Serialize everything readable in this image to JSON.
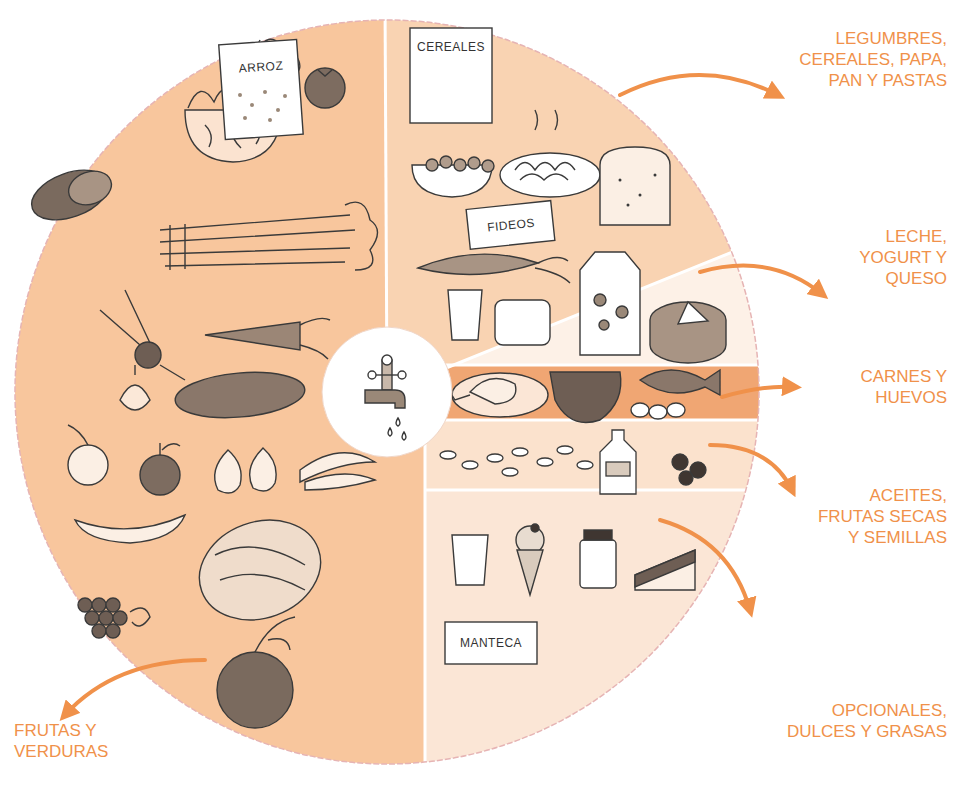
{
  "diagram": {
    "labels": [
      "ARROZ",
      "CEREALES",
      "LEGUMBRES, CEREALES, PAPA, PAN Y PASTAS",
      "FIDEOS",
      "LECHE, YOGURT Y QUESO",
      "CARNES Y HUEVOS",
      "ACEITES, FRUTAS SECAS Y SEMILLAS",
      "MANTECA",
      "OPCIONALES, DULCES Y GRASAS",
      "FRUTAS Y VERDURAS"
    ]
  }
}
